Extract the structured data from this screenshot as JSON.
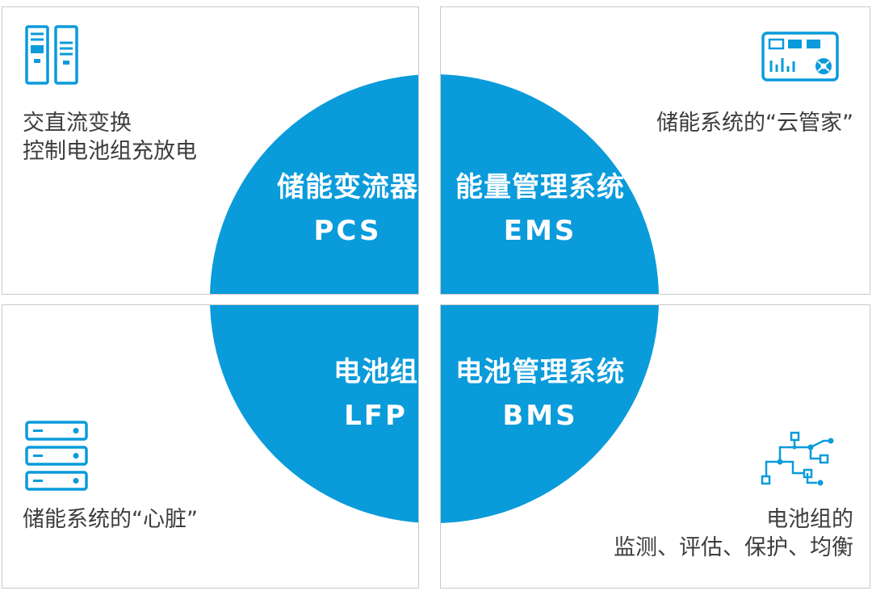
{
  "colors": {
    "accent": "#0a9bdb",
    "description_text": "#3d3d3d",
    "card_border": "#c9c9c9",
    "circle_text": "#ffffff"
  },
  "quadrants": {
    "pcs": {
      "icon": "server-cabinets-icon",
      "description_line1": "交直流变换",
      "description_line2": "控制电池组充放电",
      "circle_title": "储能变流器",
      "circle_abbr": "PCS"
    },
    "ems": {
      "icon": "dashboard-monitor-icon",
      "description_line1": "储能系统的“云管家”",
      "circle_title": "能量管理系统",
      "circle_abbr": "EMS"
    },
    "lfp": {
      "icon": "battery-rack-icon",
      "description_line1": "储能系统的“心脏”",
      "circle_title": "电池组",
      "circle_abbr": "LFP"
    },
    "bms": {
      "icon": "circuit-network-icon",
      "description_line1": "电池组的",
      "description_line2": "监测、评估、保护、均衡",
      "circle_title": "电池管理系统",
      "circle_abbr": "BMS"
    }
  }
}
